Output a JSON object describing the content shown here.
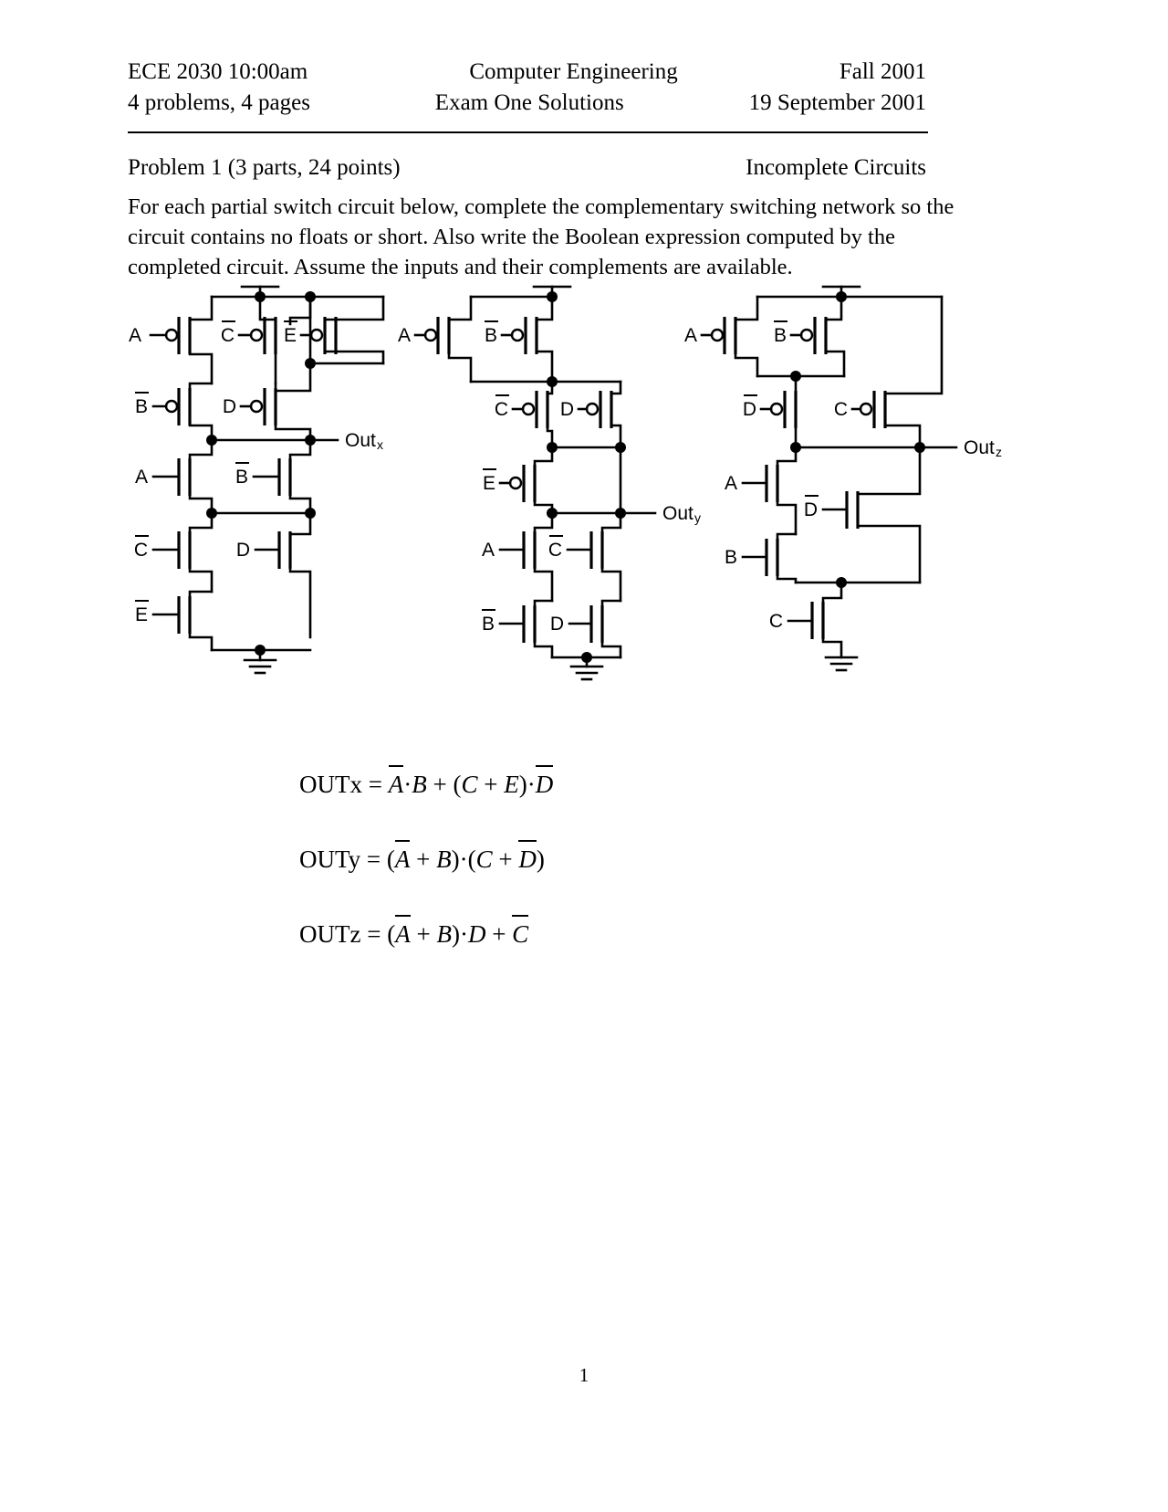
{
  "header": {
    "left_top": "ECE 2030 10:00am",
    "center_top": "Computer Engineering",
    "right_top": "Fall 2001",
    "left_bottom": "4 problems, 4 pages",
    "center_bottom": "Exam One Solutions",
    "right_bottom": "19 September 2001"
  },
  "problem": {
    "title": "Problem 1 (3 parts, 24 points)",
    "topic": "Incomplete Circuits",
    "body": "For each partial switch circuit below, complete the complementary switching network so the circuit contains no floats or short. Also write the Boolean expression computed by the completed circuit. Assume the inputs and their complements are available."
  },
  "circuits": [
    {
      "id": "circuit-x",
      "output_label": "Out",
      "output_subscript": "x",
      "pmos_labels": [
        "A",
        "B",
        "C",
        "E",
        "D"
      ],
      "pmos_overbar": [
        false,
        true,
        true,
        true,
        false
      ],
      "nmos_labels": [
        "A",
        "B",
        "C",
        "D",
        "E"
      ],
      "nmos_overbar": [
        false,
        true,
        true,
        false,
        true
      ]
    },
    {
      "id": "circuit-y",
      "output_label": "Out",
      "output_subscript": "y",
      "pmos_labels": [
        "A",
        "B",
        "C",
        "D",
        "E"
      ],
      "pmos_overbar": [
        false,
        true,
        true,
        false,
        true
      ],
      "nmos_labels": [
        "A",
        "C",
        "B",
        "D"
      ],
      "nmos_overbar": [
        false,
        true,
        true,
        false
      ]
    },
    {
      "id": "circuit-z",
      "output_label": "Out",
      "output_subscript": "z",
      "pmos_labels": [
        "A",
        "B",
        "D",
        "C"
      ],
      "pmos_overbar": [
        false,
        true,
        true,
        false
      ],
      "nmos_labels": [
        "A",
        "D",
        "B",
        "C"
      ],
      "nmos_overbar": [
        false,
        true,
        false,
        false
      ]
    }
  ],
  "equations": [
    {
      "name": "outx",
      "lhs": "OUTx =",
      "plain": "OUTx = A̅·B + (C + E)·D̅",
      "tokens": [
        {
          "t": "bar",
          "v": "A"
        },
        {
          "t": "op",
          "v": "·"
        },
        {
          "t": "var",
          "v": "B"
        },
        {
          "t": "op",
          "v": " + "
        },
        {
          "t": "op",
          "v": "("
        },
        {
          "t": "var",
          "v": "C"
        },
        {
          "t": "op",
          "v": " + "
        },
        {
          "t": "var",
          "v": "E"
        },
        {
          "t": "op",
          "v": ")"
        },
        {
          "t": "op",
          "v": "·"
        },
        {
          "t": "bar",
          "v": "D"
        }
      ]
    },
    {
      "name": "outy",
      "lhs": "OUTy =",
      "plain": "OUTy = (A̅ + B)·(C + D̅)",
      "tokens": [
        {
          "t": "op",
          "v": "("
        },
        {
          "t": "bar",
          "v": "A"
        },
        {
          "t": "op",
          "v": " + "
        },
        {
          "t": "var",
          "v": "B"
        },
        {
          "t": "op",
          "v": ")"
        },
        {
          "t": "op",
          "v": "·"
        },
        {
          "t": "op",
          "v": "("
        },
        {
          "t": "var",
          "v": "C"
        },
        {
          "t": "op",
          "v": " + "
        },
        {
          "t": "bar",
          "v": "D"
        },
        {
          "t": "op",
          "v": ")"
        }
      ]
    },
    {
      "name": "outz",
      "lhs": "OUTz =",
      "plain": "OUTz = (A̅ + B)·D + C̅",
      "tokens": [
        {
          "t": "op",
          "v": "("
        },
        {
          "t": "bar",
          "v": "A"
        },
        {
          "t": "op",
          "v": " + "
        },
        {
          "t": "var",
          "v": "B"
        },
        {
          "t": "op",
          "v": ")"
        },
        {
          "t": "op",
          "v": "·"
        },
        {
          "t": "var",
          "v": "D"
        },
        {
          "t": "op",
          "v": " + "
        },
        {
          "t": "bar",
          "v": "C"
        }
      ]
    }
  ],
  "footer": {
    "page_number": "1"
  },
  "colors": {
    "ink": "#000000",
    "paper": "#ffffff"
  }
}
